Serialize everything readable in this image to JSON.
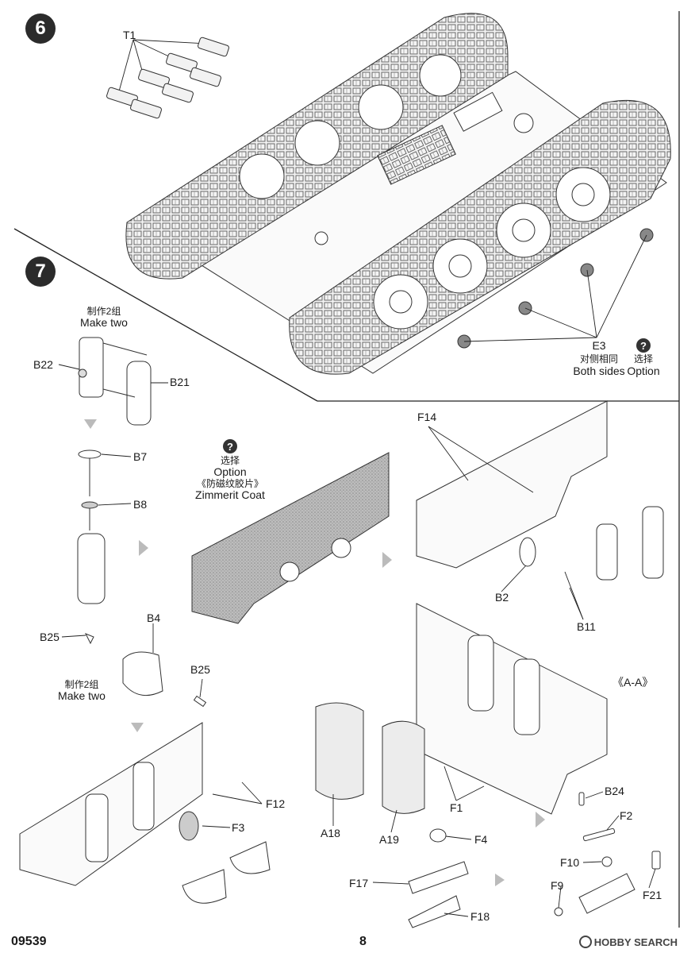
{
  "step6": {
    "number": "6",
    "labels": {
      "t1": "T1",
      "e3": "E3",
      "e3_cn": "对侧相同",
      "e3_en": "Both sides",
      "option_cn": "选择",
      "option_en": "Option"
    }
  },
  "step7": {
    "number": "7",
    "make_two_cn": "制作2组",
    "make_two_en": "Make two",
    "option_cn": "选择",
    "option_en": "Option",
    "zimmerit_cn": "《防磁纹胶片》",
    "zimmerit_en": "Zimmerit Coat",
    "aa_label": "《A-A》",
    "parts": {
      "b22": "B22",
      "b21": "B21",
      "b7": "B7",
      "b8": "B8",
      "b25a": "B25",
      "b4": "B4",
      "b25b": "B25",
      "f14": "F14",
      "b2": "B2",
      "b11": "B11",
      "f12": "F12",
      "f3": "F3",
      "a18": "A18",
      "a19": "A19",
      "f1": "F1",
      "f4": "F4",
      "f17": "F17",
      "f18": "F18",
      "b24": "B24",
      "f2": "F2",
      "f10": "F10",
      "f9": "F9",
      "f21": "F21"
    }
  },
  "footer": {
    "kit_number": "09539",
    "page_number": "8",
    "watermark": "HOBBY SEARCH"
  }
}
